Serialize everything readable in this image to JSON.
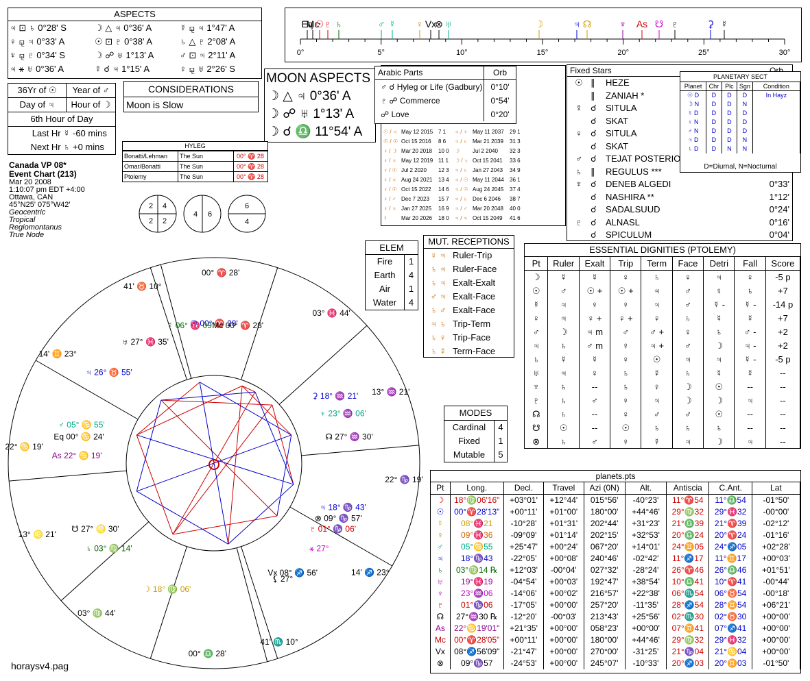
{
  "aspects": {
    "title": "ASPECTS",
    "rows": [
      [
        "♃ ⊡ ♄ 0°28' S",
        "☽ △ ♃ 0°36' A",
        "☿ ⚼ ♃ 1°47' A"
      ],
      [
        "♀ ⚼ ♃ 0°33' A",
        "☉ ⊡ ♇ 0°38' A",
        "♄ △ ♇ 2°08' A"
      ],
      [
        "♆ ⚼ ♇ 0°34' S",
        "☽ ☍ ♅ 1°13' A",
        "♂ ⊡ ♃ 2°11' A"
      ],
      [
        "♃ ⚹ ♅ 0°36' A",
        "☿ ☌ ♃ 1°15' A",
        "♀ ⚼ ♅ 2°26' S"
      ]
    ]
  },
  "time_box": {
    "rows": [
      [
        "36Yr of ☉",
        "Year of ♂"
      ],
      [
        "Day of ♃",
        "Hour of ☽"
      ],
      [
        "6th Hour of Day",
        ""
      ],
      [
        "Last Hr ☿",
        "-60 mins"
      ],
      [
        "Next Hr ♄",
        "+0 mins"
      ]
    ]
  },
  "considerations": {
    "title": "CONSIDERATIONS",
    "text": "Moon is Slow"
  },
  "moon_aspects": {
    "title": "MOON ASPECTS",
    "rows": [
      "☽ △ ♃ 0°36' A",
      "☽ ☍ ♅ 1°13' A",
      "☽ ☌ ♎ 11°54' A"
    ]
  },
  "arabic_parts": {
    "header": [
      "Arabic Parts",
      "Orb"
    ],
    "rows": [
      [
        "♂ ☌ Hyleg or Life (Gadbury)",
        "0°10'"
      ],
      [
        "♇ ☍ Commerce",
        "0°54'"
      ],
      [
        "☍ Love",
        "0°20'"
      ]
    ]
  },
  "fixed_stars": {
    "header": [
      "Fixed Stars",
      "Orb"
    ],
    "rows": [
      [
        "☉",
        "∥",
        "HEZE",
        ""
      ],
      [
        "",
        "∥",
        "ZANIAH *",
        ""
      ],
      [
        "☿",
        "☌",
        "SITULA",
        ""
      ],
      [
        "",
        "☌",
        "SKAT",
        ""
      ],
      [
        "♀",
        "☌",
        "SITULA",
        ""
      ],
      [
        "",
        "☌",
        "SKAT",
        ""
      ],
      [
        "♂",
        "☌",
        "TEJAT POSTERIOR",
        ""
      ],
      [
        "♄",
        "∥",
        "REGULUS ***",
        ""
      ],
      [
        "♆",
        "☌",
        "DENEB ALGEDI",
        "0°33'"
      ],
      [
        "",
        "☌",
        "NASHIRA **",
        "1°12'"
      ],
      [
        "",
        "☌",
        "SADALSUUD",
        "0°24'"
      ],
      [
        "♇",
        "☌",
        "ALNASL",
        "0°16'"
      ],
      [
        "",
        "☌",
        "SPICULUM",
        "0°04'"
      ]
    ]
  },
  "sect": {
    "title": "PLANETARY SECT",
    "header": [
      "Planet",
      "Chr",
      "Plc",
      "Sgn",
      "Condition"
    ],
    "rows": [
      [
        "☉ D",
        "D",
        "D",
        "D",
        "In Hayz"
      ],
      [
        "☽ N",
        "D",
        "D",
        "N",
        ""
      ],
      [
        "☿ D",
        "D",
        "D",
        "D",
        ""
      ],
      [
        "♀ N",
        "D",
        "D",
        "D",
        ""
      ],
      [
        "♂ N",
        "D",
        "D",
        "D",
        ""
      ],
      [
        "♃ D",
        "D",
        "D",
        "N",
        ""
      ],
      [
        "♄ D",
        "D",
        "N",
        "N",
        ""
      ]
    ],
    "footer": "D=Diurnal, N=Nocturnal"
  },
  "hyleg": {
    "title": "HYLEG",
    "rows": [
      [
        "Bonatti/Lehman",
        "The Sun",
        "00° ♈ 28"
      ],
      [
        "Omar/Bonatti",
        "The Sun",
        "00° ♈ 28"
      ],
      [
        "Ptolemy",
        "The Sun",
        "00° ♈ 28"
      ]
    ]
  },
  "chart_info": {
    "name": "Canada VP 08*",
    "type": "Event Chart (213)",
    "date": "Mar 20 2008",
    "time": "1:10:07 pm  EDT +4:00",
    "place": "Ottawa, CAN",
    "coords": "45°N25' 075°W42'",
    "mode1": "Geocentric",
    "mode2": "Tropical",
    "mode3": "Regiomontanus",
    "mode4": "True Node"
  },
  "quadrants": [
    {
      "tl": "2",
      "tr": "4",
      "bl": "2",
      "br": "2"
    },
    {
      "l": "4",
      "r": "6"
    },
    {
      "t": "6",
      "b": "4"
    }
  ],
  "directions": {
    "rows": [
      [
        "☉ / ♃",
        "May 12 2015",
        "7 1",
        "♃ / ♀",
        "May 11 2037",
        "29 1"
      ],
      [
        "☉ / ☉",
        "Oct 15 2016",
        "8 6",
        "♃ / ♄",
        "Mar 21 2039",
        "31 3"
      ],
      [
        "♀ / ☽",
        "Mar 20 2018",
        "10 0",
        "☽",
        "Jul 2 2040",
        "32 3"
      ],
      [
        "♀ / ♃",
        "May 12 2019",
        "11 1",
        "☽ / ♄",
        "Oct 15 2041",
        "33 6"
      ],
      [
        "♀ / ☉",
        "Jul 2 2020",
        "12 3",
        "♃ / ♄",
        "Jan 27 2043",
        "34 9"
      ],
      [
        "♀ / ♃",
        "Aug 24 2021",
        "13 4",
        "♃ / ☉",
        "May 11 2044",
        "36 1"
      ],
      [
        "♀ / ☉",
        "Oct 15 2022",
        "14 6",
        "♃ / ☉",
        "Aug 24 2045",
        "37 4"
      ],
      [
        "♀ / ♂",
        "Dec 7 2023",
        "15 7",
        "♃ / ♄",
        "Dec 6 2046",
        "38 7"
      ],
      [
        "♀ / ♃",
        "Jan 27 2025",
        "16 9",
        "♃ / ♂",
        "Mar 20 2048",
        "40 0"
      ],
      [
        "☿",
        "Mar 20 2026",
        "18 0",
        "♃ / ♃",
        "Oct 15 2049",
        "41 6"
      ]
    ]
  },
  "elements": {
    "title": "ELEM",
    "rows": [
      [
        "Fire",
        "1"
      ],
      [
        "Earth",
        "4"
      ],
      [
        "Air",
        "1"
      ],
      [
        "Water",
        "4"
      ]
    ]
  },
  "modes": {
    "title": "MODES",
    "rows": [
      [
        "Cardinal",
        "4"
      ],
      [
        "Fixed",
        "1"
      ],
      [
        "Mutable",
        "5"
      ]
    ]
  },
  "mutual": {
    "title": "MUT. RECEPTIONS",
    "rows": [
      [
        "♀ ♃",
        "Ruler-Trip"
      ],
      [
        "♄ ♃",
        "Ruler-Face"
      ],
      [
        "♄ ♃",
        "Exalt-Exalt"
      ],
      [
        "♂ ♃",
        "Exalt-Face"
      ],
      [
        "♄ ♂",
        "Exalt-Face"
      ],
      [
        "♃ ♄",
        "Trip-Term"
      ],
      [
        "♄ ♀",
        "Trip-Face"
      ],
      [
        "♄ ☿",
        "Term-Face"
      ]
    ]
  },
  "dignities": {
    "title": "ESSENTIAL DIGNITIES (PTOLEMY)",
    "header": [
      "Pt",
      "Ruler",
      "Exalt",
      "Trip",
      "Term",
      "Face",
      "Detri",
      "Fall",
      "Score"
    ],
    "rows": [
      [
        "☽",
        "☿",
        "☿",
        "♀",
        "♄",
        "♀",
        "♃",
        "♀",
        "-5 p"
      ],
      [
        "☉",
        "♂",
        "☉ +",
        "☉ +",
        "♃",
        "♂",
        "♀",
        "♄",
        "+7"
      ],
      [
        "☿",
        "♃",
        "♀",
        "♀",
        "♃",
        "♂",
        "☿ -",
        "☿ -",
        "-14 p"
      ],
      [
        "♀",
        "♃",
        "♀ +",
        "♀ +",
        "♀",
        "♄",
        "☿",
        "☿",
        "+7"
      ],
      [
        "♂",
        "☽",
        "♃ m",
        "♂",
        "♂ +",
        "♀",
        "♄",
        "♂ -",
        "+2"
      ],
      [
        "♃",
        "♄",
        "♂ m",
        "♀",
        "♃ +",
        "♂",
        "☽",
        "♃ -",
        "+2"
      ],
      [
        "♄",
        "☿",
        "☿",
        "♀",
        "☉",
        "♃",
        "♃",
        "☿ -",
        "-5 p"
      ],
      [
        "♅",
        "♃",
        "♀",
        "♄",
        "☿",
        "♄",
        "☿",
        "☿",
        "--"
      ],
      [
        "♆",
        "♄",
        "--",
        "♄",
        "♀",
        "☽",
        "☉",
        "--",
        "--"
      ],
      [
        "♇",
        "♄",
        "♂",
        "♀",
        "♃",
        "☽",
        "☽",
        "♃",
        "--"
      ],
      [
        "☊",
        "♄",
        "--",
        "♀",
        "♂",
        "♂",
        "☉",
        "--",
        "--"
      ],
      [
        "☋",
        "☉",
        "--",
        "☉",
        "♄",
        "♄",
        "♄",
        "--",
        "--"
      ],
      [
        "⊗",
        "♄",
        "♂",
        "♀",
        "☿",
        "♃",
        "☽",
        "♃",
        "--"
      ]
    ]
  },
  "planets": {
    "title": "planets.pts",
    "header": [
      "Pt",
      "Long.",
      "Decl.",
      "Travel",
      "Azi (0N)",
      "Alt.",
      "Antiscia",
      "C.Ant.",
      "Lat"
    ],
    "rows": [
      [
        "☽",
        "18°♍06'16\"",
        "+03°01'",
        "+12°44'",
        "015°56'",
        "-40°23'",
        "11°♈54",
        "11°♎54",
        "-01°50'"
      ],
      [
        "☉",
        "00°♈28'13\"",
        "+00°11'",
        "+01°00'",
        "180°00'",
        "+44°46'",
        "29°♍32",
        "29°♓32",
        "-00°00'"
      ],
      [
        "☿",
        "08°♓21",
        "-10°28'",
        "+01°31'",
        "202°44'",
        "+31°23'",
        "21°♎39",
        "21°♈39",
        "-02°12'"
      ],
      [
        "♀",
        "09°♓36",
        "-09°09'",
        "+01°14'",
        "202°15'",
        "+32°53'",
        "20°♎24",
        "20°♈24",
        "-01°16'"
      ],
      [
        "♂",
        "05°♋55",
        "+25°47'",
        "+00°24'",
        "067°20'",
        "+14°01'",
        "24°♊05",
        "24°♐05",
        "+02°28'"
      ],
      [
        "♃",
        "18°♑43",
        "-22°05'",
        "+00°08'",
        "240°46'",
        "-02°42'",
        "11°♐17",
        "11°♊17",
        "+00°03'"
      ],
      [
        "♄",
        "03°♍14 ℞",
        "+12°03'",
        "-00°04'",
        "027°32'",
        "-28°24'",
        "26°♈46",
        "26°♎46",
        "+01°51'"
      ],
      [
        "♅",
        "19°♓19",
        "-04°54'",
        "+00°03'",
        "192°47'",
        "+38°54'",
        "10°♎41",
        "10°♈41",
        "-00°44'"
      ],
      [
        "♆",
        "23°♒06",
        "-14°06'",
        "+00°02'",
        "216°57'",
        "+22°38'",
        "06°♏54",
        "06°♉54",
        "-00°18'"
      ],
      [
        "♇",
        "01°♑06",
        "-17°05'",
        "+00°00'",
        "257°20'",
        "-11°35'",
        "28°♐54",
        "28°♊54",
        "+06°21'"
      ],
      [
        "☊",
        "27°♒30 ℞",
        "-12°20'",
        "-00°03'",
        "213°43'",
        "+25°56'",
        "02°♏30",
        "02°♉30",
        "+00°00'"
      ],
      [
        "As",
        "22°♋19'01\"",
        "+21°35'",
        "+00°00'",
        "058°23'",
        "+00°00'",
        "07°♊41",
        "07°♐41",
        "+00°00'"
      ],
      [
        "Mc",
        "00°♈28'05\"",
        "+00°11'",
        "+00°00'",
        "180°00'",
        "+44°46'",
        "29°♍32",
        "29°♓32",
        "+00°00'"
      ],
      [
        "Vx",
        "08°♐56'09\"",
        "-21°47'",
        "+00°00'",
        "270°00'",
        "-31°25'",
        "21°♑04",
        "21°♋04",
        "+00°00'"
      ],
      [
        "⊗",
        "09°♑57",
        "-24°53'",
        "+00°00'",
        "245°07'",
        "-10°33'",
        "20°♐03",
        "20°♊03",
        "-01°50'"
      ]
    ]
  },
  "strip": {
    "ticks": [
      "0°",
      "5°",
      "10°",
      "15°",
      "20°",
      "25°",
      "30°"
    ],
    "glyphs": [
      "Eq",
      "Mc",
      "☉",
      "♇",
      "♄",
      "♂",
      "☿",
      "♀",
      "Vx",
      "⊗",
      "♅",
      "☽",
      "♃",
      "☊",
      "♆",
      "As",
      "☋",
      "♇",
      "⚳",
      "☿"
    ]
  },
  "wheel": {
    "house_labels": [
      "00° ♈ 28'",
      "03° ♓ 44'",
      "13° ♒ 21'",
      "22° ♑ 19'",
      "14' ♐ 23°",
      "41' ♏ 10°",
      "00° ♎ 28'",
      "03° ♍ 44'",
      "13° ♌ 21'",
      "22° ♋ 19'",
      "14' ♊ 23°",
      "41' ♉ 10°"
    ],
    "planet_labels": [
      "♅ 27° ♓ 35'",
      "☿ 06° ♓ 09'",
      "☉ 00° ♈ 28'",
      "Mc 00° ♈ 28'",
      "♃ 26° ♉ 55'",
      "Eq 00° ♋ 24'",
      "♂ 05° ♋ 55'",
      "As 22° ♋ 19'",
      "☋ 27° ♌ 30'",
      "♄ 03° ♍ 14'",
      "☽ 18° ♍ 06'",
      "☊ 27° ♒ 30'",
      "♆ 23° ♒ 06'",
      "⚳ 18° ♒ 21'",
      "♃ 18° ♑ 43'",
      "⊗ 09° ♑ 57'",
      "♇ 01° ♑ 06'",
      "⚹ 27°",
      "Vx 08° ♐ 56'",
      "⚸ 27°"
    ],
    "footer_file": "horaysv4.pag"
  }
}
